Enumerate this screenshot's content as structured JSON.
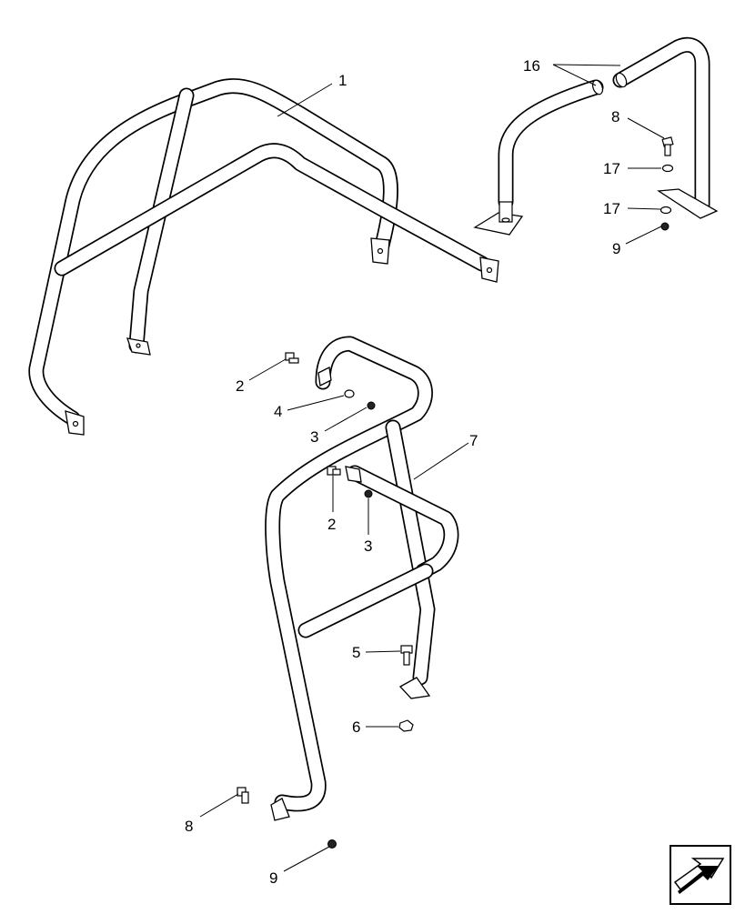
{
  "diagram": {
    "type": "exploded-parts-diagram",
    "callouts": [
      {
        "id": "c1",
        "label": "1"
      },
      {
        "id": "c16",
        "label": "16"
      },
      {
        "id": "c8a",
        "label": "8"
      },
      {
        "id": "c17a",
        "label": "17"
      },
      {
        "id": "c17b",
        "label": "17"
      },
      {
        "id": "c9a",
        "label": "9"
      },
      {
        "id": "c2a",
        "label": "2"
      },
      {
        "id": "c4",
        "label": "4"
      },
      {
        "id": "c3a",
        "label": "3"
      },
      {
        "id": "c7",
        "label": "7"
      },
      {
        "id": "c2b",
        "label": "2"
      },
      {
        "id": "c3b",
        "label": "3"
      },
      {
        "id": "c5",
        "label": "5"
      },
      {
        "id": "c6",
        "label": "6"
      },
      {
        "id": "c8b",
        "label": "8"
      },
      {
        "id": "c9b",
        "label": "9"
      }
    ],
    "nav_icon": "next-page-arrow-icon"
  }
}
